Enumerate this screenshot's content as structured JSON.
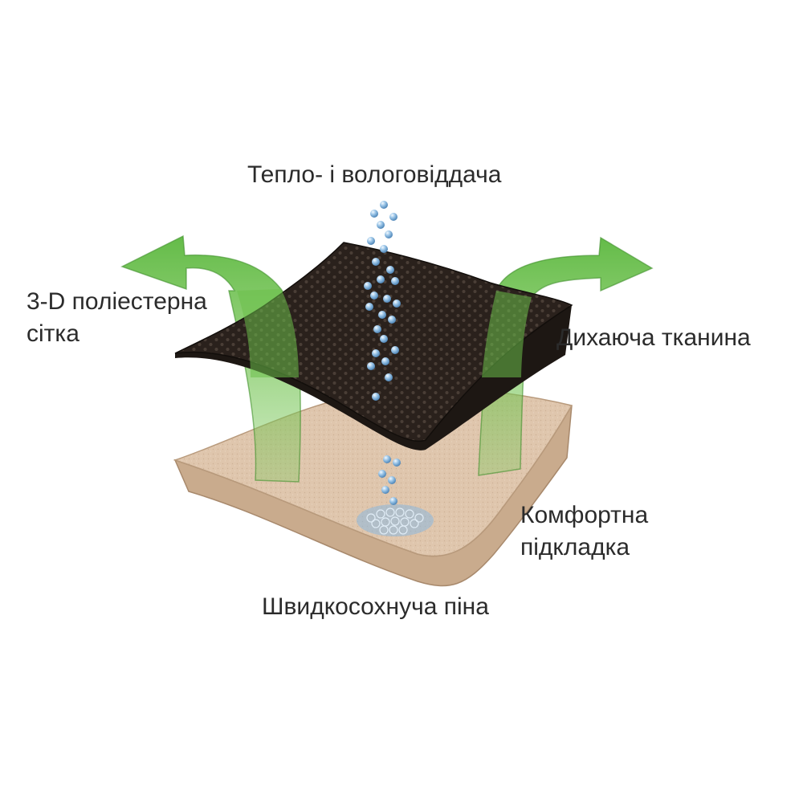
{
  "labels": {
    "heat_moisture_release": "Тепло- і вологовіддача",
    "mesh": {
      "line1": "3-D поліестерна",
      "line2": "сітка"
    },
    "breathable_fabric": "Дихаюча тканина",
    "comfort_padding": {
      "line1": "Комфортна",
      "line2": "підкладка"
    },
    "quick_dry_foam": "Швидкосохнуча піна"
  },
  "colors": {
    "background": "#ffffff",
    "text": "#2b2b2b",
    "fabric": "#2a211c",
    "fabric_dots": "#4a3e36",
    "foam_top": "#dfc6ad",
    "foam_side": "#c9ab8d",
    "airflow_arrow": "#5cb83f",
    "airflow_arrow_edge": "#3f8f2c",
    "water_drop": "#8ab8de",
    "water_drop_highlight": "#e6f2fb"
  },
  "icons": {
    "airflow": "green-airflow-arrow",
    "moisture": "water-droplet"
  }
}
